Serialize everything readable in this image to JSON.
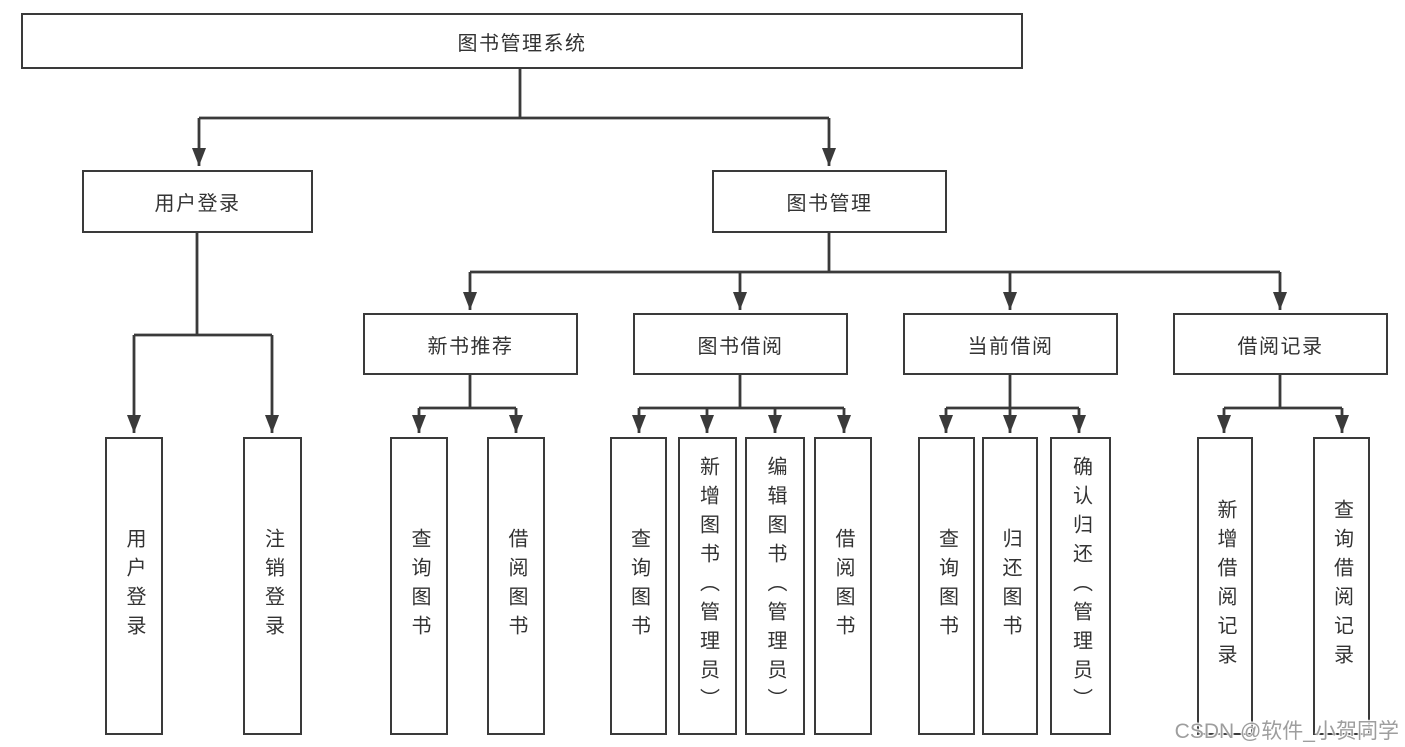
{
  "nodes": {
    "root": {
      "label": "图书管理系统"
    },
    "user_login": {
      "label": "用户登录"
    },
    "book_mgmt": {
      "label": "图书管理"
    },
    "new_books": {
      "label": "新书推荐"
    },
    "book_borrow": {
      "label": "图书借阅"
    },
    "current_borrow": {
      "label": "当前借阅"
    },
    "borrow_records": {
      "label": "借阅记录"
    },
    "leaf_user_login": {
      "label": "用户登录"
    },
    "leaf_logout": {
      "label": "注销登录"
    },
    "leaf_nb_query": {
      "label": "查询图书"
    },
    "leaf_nb_borrow": {
      "label": "借阅图书"
    },
    "leaf_bb_query": {
      "label": "查询图书"
    },
    "leaf_bb_add": {
      "label": "新增图书（管理员）"
    },
    "leaf_bb_edit": {
      "label": "编辑图书（管理员）"
    },
    "leaf_bb_borrow": {
      "label": "借阅图书"
    },
    "leaf_cb_query": {
      "label": "查询图书"
    },
    "leaf_cb_return": {
      "label": "归还图书"
    },
    "leaf_cb_confirm": {
      "label": "确认归还（管理员）"
    },
    "leaf_br_add": {
      "label": "新增借阅记录"
    },
    "leaf_br_query": {
      "label": "查询借阅记录"
    }
  },
  "hierarchy": {
    "图书管理系统": [
      "用户登录",
      "图书管理"
    ],
    "用户登录": [
      "用户登录",
      "注销登录"
    ],
    "图书管理": [
      "新书推荐",
      "图书借阅",
      "当前借阅",
      "借阅记录"
    ],
    "新书推荐": [
      "查询图书",
      "借阅图书"
    ],
    "图书借阅": [
      "查询图书",
      "新增图书（管理员）",
      "编辑图书（管理员）",
      "借阅图书"
    ],
    "当前借阅": [
      "查询图书",
      "归还图书",
      "确认归还（管理员）"
    ],
    "借阅记录": [
      "新增借阅记录",
      "查询借阅记录"
    ]
  },
  "watermark": {
    "text": "CSDN @软件_小贺同学",
    "color": "#9e9e9e"
  },
  "colors": {
    "line": "#3a3a3a",
    "text": "#333333",
    "background": "#ffffff"
  }
}
